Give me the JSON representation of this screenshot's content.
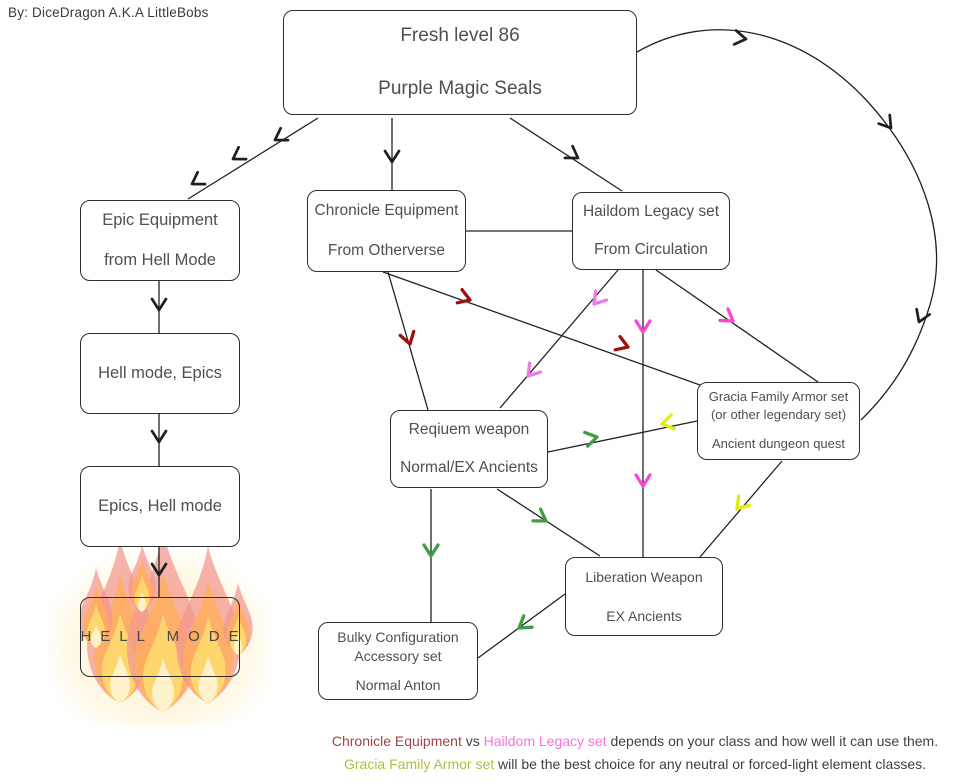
{
  "byline": "By: DiceDragon A.K.A LittleBobs",
  "nodes": {
    "fresh": {
      "lines": [
        "Fresh level 86",
        "",
        "Purple Magic Seals"
      ]
    },
    "epic": {
      "lines": [
        "Epic Equipment",
        "",
        "from Hell Mode"
      ]
    },
    "hell_epics": {
      "lines": [
        "Hell mode, Epics"
      ]
    },
    "epics_hell": {
      "lines": [
        "Epics, Hell mode"
      ]
    },
    "hell_mode": {
      "lines": [
        "HELL MODE"
      ]
    },
    "chronicle": {
      "lines": [
        "Chronicle Equipment",
        "",
        "From Otherverse"
      ]
    },
    "haildom": {
      "lines": [
        "Haildom Legacy set",
        "",
        "From Circulation"
      ]
    },
    "requiem": {
      "lines": [
        "Reqiuem weapon",
        "",
        "Normal/EX Ancients"
      ]
    },
    "gracia": {
      "lines": [
        "Gracia Family Armor set",
        "(or other legendary set)",
        "",
        "Ancient dungeon quest"
      ]
    },
    "liberation": {
      "lines": [
        "Liberation Weapon",
        "",
        "EX Ancients"
      ]
    },
    "bulky": {
      "lines": [
        "Bulky Configuration",
        "Accessory set",
        "",
        "Normal Anton"
      ]
    }
  },
  "notes": [
    {
      "segments": [
        {
          "text": "Chronicle Equipment",
          "color_key": "note_red"
        },
        {
          "text": " vs ",
          "color_key": "ink"
        },
        {
          "text": "Haildom Legacy set",
          "color_key": "note_pink"
        },
        {
          "text": " depends on your class and how well it can use them.",
          "color_key": "ink"
        }
      ]
    },
    {
      "segments": [
        {
          "text": "Gracia Family Armor set",
          "color_key": "note_olive"
        },
        {
          "text": " will be the best choice for any neutral or forced-light element classes.",
          "color_key": "ink"
        }
      ]
    }
  ],
  "colors": {
    "ink": "#3f3f3f",
    "line_black": "#222222",
    "arrow_black": "#1f1f1f",
    "arrow_darkred": "#9b1010",
    "arrow_magenta": "#ff44d2",
    "arrow_violet": "#ee7ae4",
    "arrow_green": "#3f9d44",
    "arrow_yellow": "#e3ec09",
    "note_red": "#a04545",
    "note_pink": "#ff70dd",
    "note_olive": "#b6ba45",
    "flame_outer": "#f2968e",
    "flame_mid": "#ffaf5a",
    "flame_inner": "#ffd96e",
    "flame_core": "#fdf3cf"
  }
}
